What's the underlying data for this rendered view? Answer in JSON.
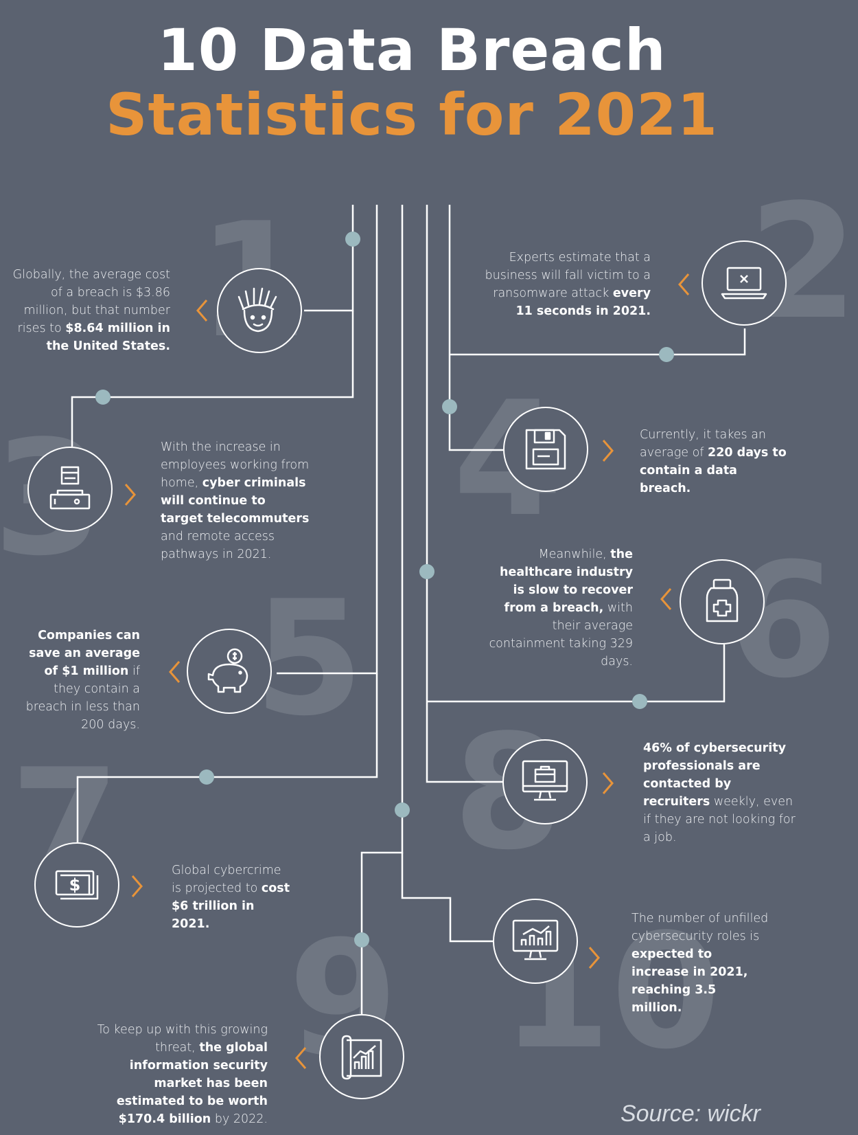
{
  "title_line1": "10 Data Breach",
  "title_line2": "Statistics for 2021",
  "source": "Source: wickr",
  "stats": [
    {
      "number": "1",
      "pre": "Globally, the average cost of a breach is $3.86 million, but that number rises to",
      "bold": "$8.64 million in the United States.",
      "post": "",
      "icon": "statue-of-liberty-icon"
    },
    {
      "number": "2",
      "pre": "Experts estimate that a business will fall victim to a ransomware attack",
      "bold": "every 11 seconds in 2021.",
      "post": "",
      "icon": "laptop-icon"
    },
    {
      "number": "3",
      "pre": "With the increase in employees working from home,",
      "bold": "cyber criminals will continue to target telecommuters",
      "post": "and remote access pathways in 2021.",
      "icon": "hacker-icon"
    },
    {
      "number": "4",
      "pre": "Currently, it takes an average of",
      "bold": "220 days to contain a data breach.",
      "post": "",
      "icon": "floppy-disk-icon"
    },
    {
      "number": "5",
      "pre": "",
      "bold": "Companies can save an average of $1 million",
      "post": "if they contain a breach in less than 200 days.",
      "icon": "piggy-bank-icon"
    },
    {
      "number": "6",
      "pre": "Meanwhile,",
      "bold": "the healthcare industry is slow to recover from a breach,",
      "post": "with their average containment taking 329 days.",
      "icon": "medicine-bottle-icon"
    },
    {
      "number": "7",
      "pre": "Global cybercrime is projected to",
      "bold": "cost $6 trillion in 2021.",
      "post": "",
      "icon": "money-icon"
    },
    {
      "number": "8",
      "pre": "",
      "bold": "46% of cybersecurity professionals are contacted by recruiters",
      "post": "weekly, even if they are not looking for a job.",
      "icon": "monitor-briefcase-icon"
    },
    {
      "number": "9",
      "pre": "To keep up with this growing threat,",
      "bold": "the global information security market has been estimated to be worth $170.4 billion",
      "post": "by 2022.",
      "icon": "blueprint-chart-icon"
    },
    {
      "number": "10",
      "pre": "The number of unfilled cybersecurity roles is",
      "bold": "expected to increase in 2021, reaching 3.5 million.",
      "post": "",
      "icon": "monitor-chart-icon"
    }
  ],
  "colors": {
    "background": "#5b6270",
    "accent": "#e8943a",
    "dot": "#9cb9bf",
    "line": "#ffffff",
    "number": "#6f7682"
  }
}
